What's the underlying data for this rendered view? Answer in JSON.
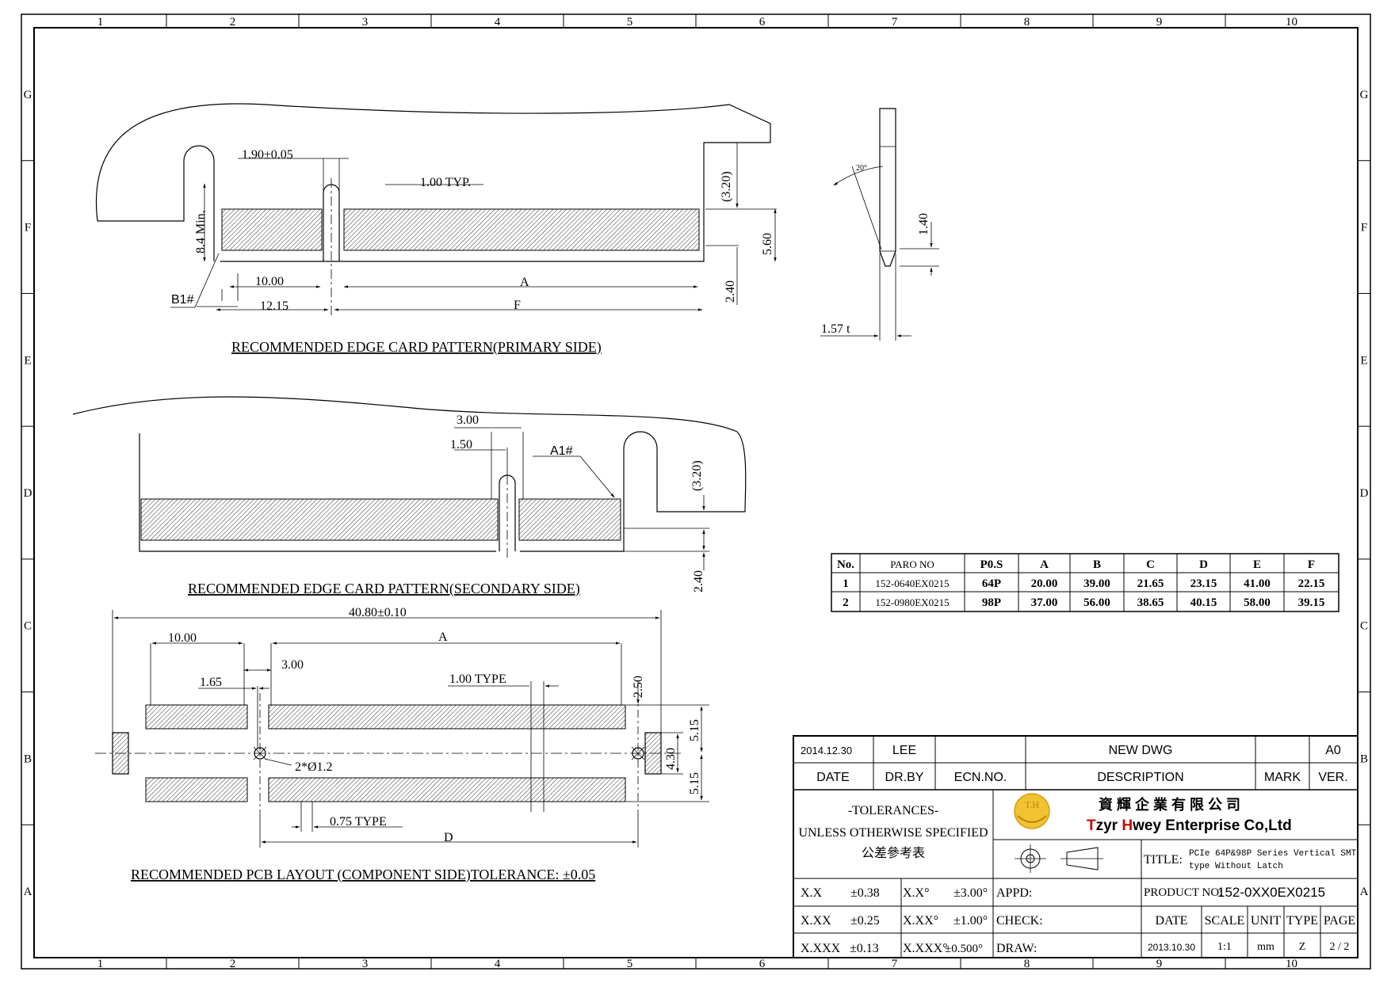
{
  "frame": {
    "cols": [
      "1",
      "2",
      "3",
      "4",
      "5",
      "6",
      "7",
      "8",
      "9",
      "10"
    ],
    "rows": [
      "G",
      "F",
      "E",
      "D",
      "C",
      "B",
      "A"
    ]
  },
  "primary": {
    "title": "RECOMMENDED  EDGE  CARD  PATTERN(PRIMARY  SIDE)",
    "dim_pitch_tol": "1.90±0.05",
    "dim_typ": "1.00  TYP.",
    "dim_min": "8.4  Min.",
    "dim_320": "(3.20)",
    "dim_560": "5.60",
    "dim_240": "2.40",
    "dim_1000": "10.00",
    "dim_a": "A",
    "dim_1215": "12.15",
    "dim_f": "F",
    "pin_label": "B1#"
  },
  "side": {
    "dim_angle": "20°",
    "dim_140": "1.40",
    "dim_thick": "1.57  t"
  },
  "secondary": {
    "title": "RECOMMENDED  EDGE  CARD  PATTERN(SECONDARY  SIDE)",
    "dim_300": "3.00",
    "dim_150": "1.50",
    "pin_label": "A1#",
    "dim_320": "(3.20)",
    "dim_240": "2.40"
  },
  "pcb": {
    "title": "RECOMMENDED  PCB  LAYOUT  (COMPONENT  SIDE)TOLERANCE:  ±0.05",
    "dim_total": "40.80±0.10",
    "dim_1000": "10.00",
    "dim_a": "A",
    "dim_300": "3.00",
    "dim_165": "1.65",
    "dim_type": "1.00  TYPE",
    "dim_250": "2.50",
    "dim_515a": "5.15",
    "dim_430": "4.30",
    "dim_515b": "5.15",
    "dim_hole": "2*Ø1.2",
    "dim_075": "0.75  TYPE",
    "dim_d": "D"
  },
  "table": {
    "headers": [
      "No.",
      "PARO NO",
      "P0.S",
      "A",
      "B",
      "C",
      "D",
      "E",
      "F"
    ],
    "rows": [
      [
        "1",
        "152-0640EX0215",
        "64P",
        "20.00",
        "39.00",
        "21.65",
        "23.15",
        "41.00",
        "22.15"
      ],
      [
        "2",
        "152-0980EX0215",
        "98P",
        "37.00",
        "56.00",
        "38.65",
        "40.15",
        "58.00",
        "39.15"
      ]
    ]
  },
  "titleblock": {
    "rev_date": "2014.12.30",
    "rev_by": "LEE",
    "rev_desc": "NEW  DWG",
    "rev_ver": "A0",
    "h_date": "DATE",
    "h_drby": "DR.BY",
    "h_ecn": "ECN.NO.",
    "h_desc": "DESCRIPTION",
    "h_mark": "MARK",
    "h_ver": "VER.",
    "tol1": "-TOLERANCES-",
    "tol2": "UNLESS OTHERWISE SPECIFIED",
    "tol3": "公差參考表",
    "logo_mark": "T.H",
    "company_cn": "資 輝 企 業 有 限 公 司",
    "company_en_t": "T",
    "company_en_zyr": "zyr ",
    "company_en_h": "H",
    "company_en_rest": "wey Enterprise Co,Ltd",
    "title_label": "TITLE:",
    "title_line1": "PCIe 64P&98P Series Vertical SMT",
    "title_line2": "type Without Latch",
    "t_xx": "X.X",
    "t_xx_v": "±0.38",
    "t_xxd": "X.X°",
    "t_xxd_v": "±3.00°",
    "t_xxx": "X.XX",
    "t_xxx_v": "±0.25",
    "t_xxxd": "X.XX°",
    "t_xxxd_v": "±1.00°",
    "t_xxxx": "X.XXX",
    "t_xxxx_v": "±0.13",
    "t_xxxxd": "X.XXX°",
    "t_xxxxd_v": "±0.500°",
    "appd": "APPD:",
    "check": "CHECK:",
    "draw": "DRAW:",
    "product_label": "PRODUCT NO:",
    "product_no": "152-0XX0EX0215",
    "b_date": "DATE",
    "b_scale": "SCALE",
    "b_unit": "UNIT",
    "b_type": "TYPE",
    "b_page": "PAGE",
    "v_date": "2013.10.30",
    "v_scale": "1:1",
    "v_unit": "mm",
    "v_type": "Z",
    "v_page": "2 / 2"
  }
}
